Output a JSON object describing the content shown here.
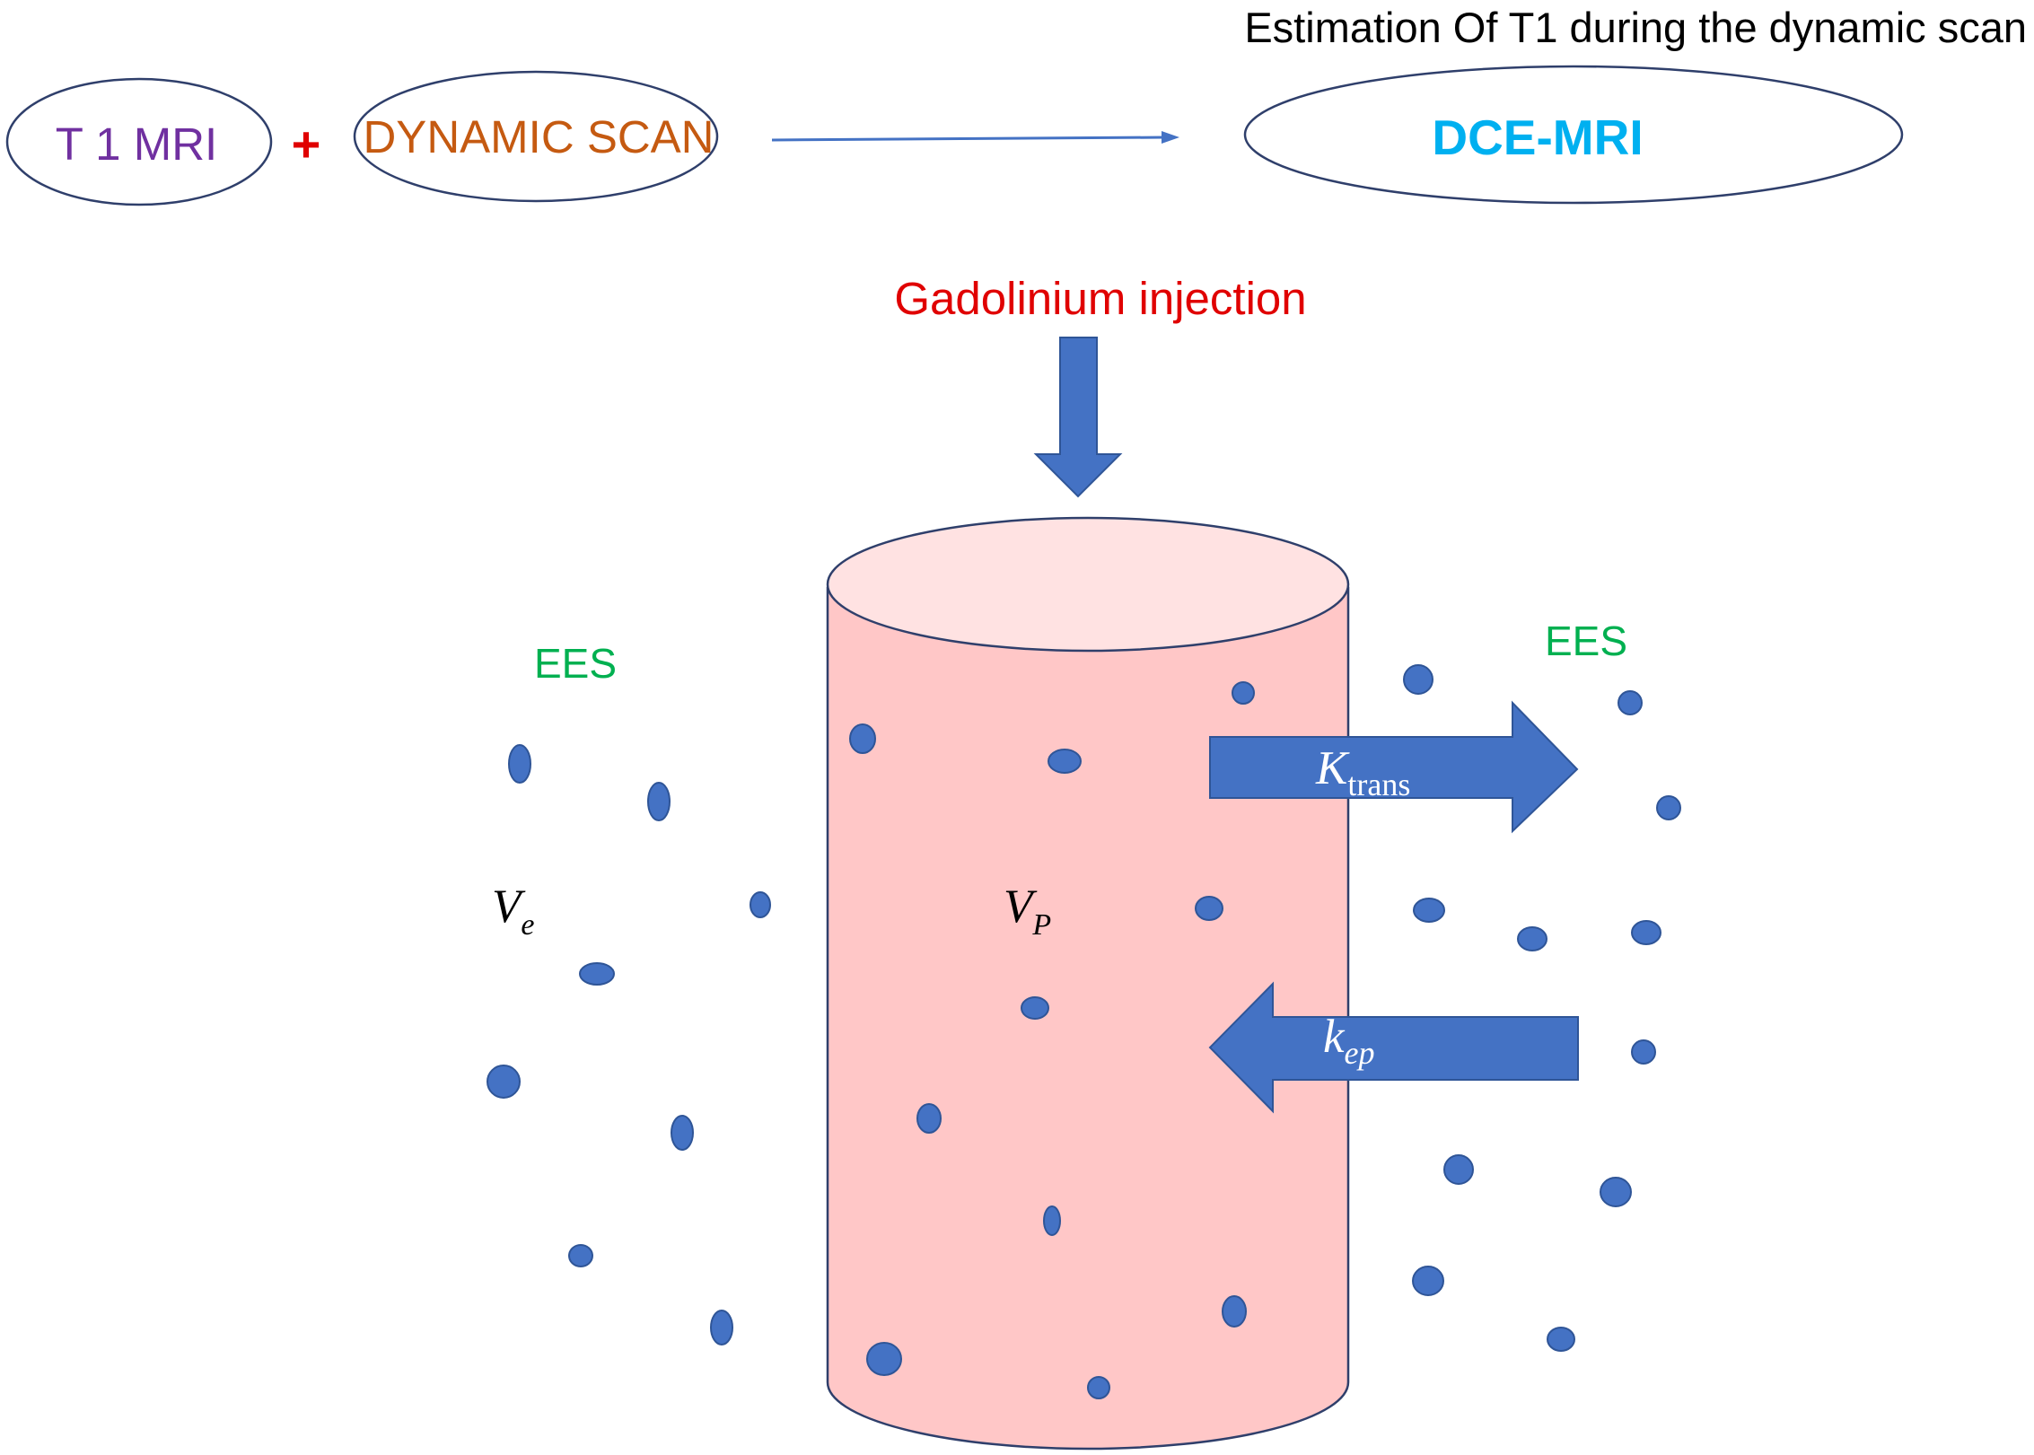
{
  "header": {
    "note": "Estimation Of T1 during the dynamic scan"
  },
  "pipeline": {
    "t1_label": "T 1 MRI",
    "plus": "+",
    "dynamic_label": "DYNAMIC SCAN",
    "result_label": "DCE-MRI"
  },
  "injection": {
    "label": "Gadolinium injection"
  },
  "compartments": {
    "left_ees": "EES",
    "right_ees": "EES",
    "ve_main": "V",
    "ve_sub": "e",
    "vp_main": "V",
    "vp_sub": "P"
  },
  "transfer": {
    "ktrans_main": "K",
    "ktrans_sub": "trans",
    "kep_main": "k",
    "kep_sub": "ep"
  },
  "colors": {
    "ellipse_stroke": "#2f3f6b",
    "t1_text": "#7030a0",
    "plus": "#e00000",
    "dynamic_text": "#c55a11",
    "dce_text": "#00b0f0",
    "injection_text": "#e00000",
    "ees_text": "#00b050",
    "arrow_fill": "#4472c4",
    "arrow_stroke": "#2f5597",
    "particle_fill": "#4472c4",
    "cylinder_body": "#ffc7c7",
    "cylinder_top": "#ffe2e2",
    "cylinder_stroke": "#2f3f6b"
  }
}
